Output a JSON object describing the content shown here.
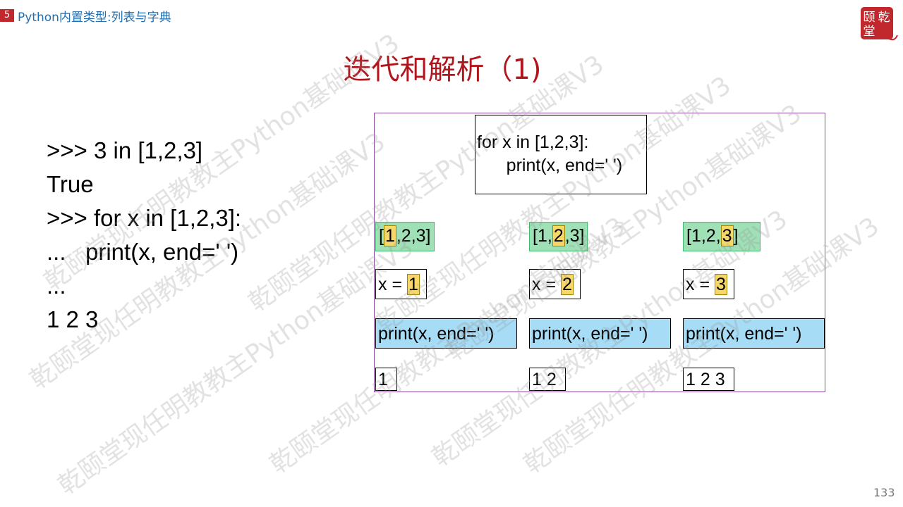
{
  "header": {
    "section_number": "5",
    "section_title": "Python内置类型:列表与字典",
    "logo_text": [
      "颐",
      "乾",
      "堂"
    ]
  },
  "slide": {
    "title": "迭代和解析（1)",
    "page_number": "133"
  },
  "code": {
    "lines": [
      ">>> 3 in [1,2,3]",
      "True",
      ">>> for x in [1,2,3]:",
      "...   print(x, end=' ')",
      "...",
      "1 2 3"
    ]
  },
  "diagram": {
    "loop_code": [
      "for x in [1,2,3]:",
      "      print(x, end=' ')"
    ],
    "columns": [
      {
        "list_before": "[",
        "list_item": "1",
        "list_after": ",2,3]",
        "x_prefix": "x = ",
        "x_value": "1",
        "print_call": "print(x, end=' ')",
        "output": "1"
      },
      {
        "list_before": "[1,",
        "list_item": "2",
        "list_after": ",3]",
        "x_prefix": "x = ",
        "x_value": "2",
        "print_call": "print(x, end=' ')",
        "output": "1 2"
      },
      {
        "list_before": "[1,2,",
        "list_item": "3",
        "list_after": "]",
        "x_prefix": "x = ",
        "x_value": "3",
        "print_call": "print(x, end=' ')",
        "output": "1 2 3"
      }
    ]
  },
  "watermark": {
    "text": "乾颐堂现任明教教主Python基础课V3"
  },
  "colors": {
    "title": "#b0161c",
    "section_badge": "#c0282d",
    "section_title": "#1f6fb2",
    "list_box": "#9fe0b6",
    "print_box": "#a6dcf5",
    "highlight": "#f7d76a",
    "diagram_border": "#8b4a9e"
  }
}
